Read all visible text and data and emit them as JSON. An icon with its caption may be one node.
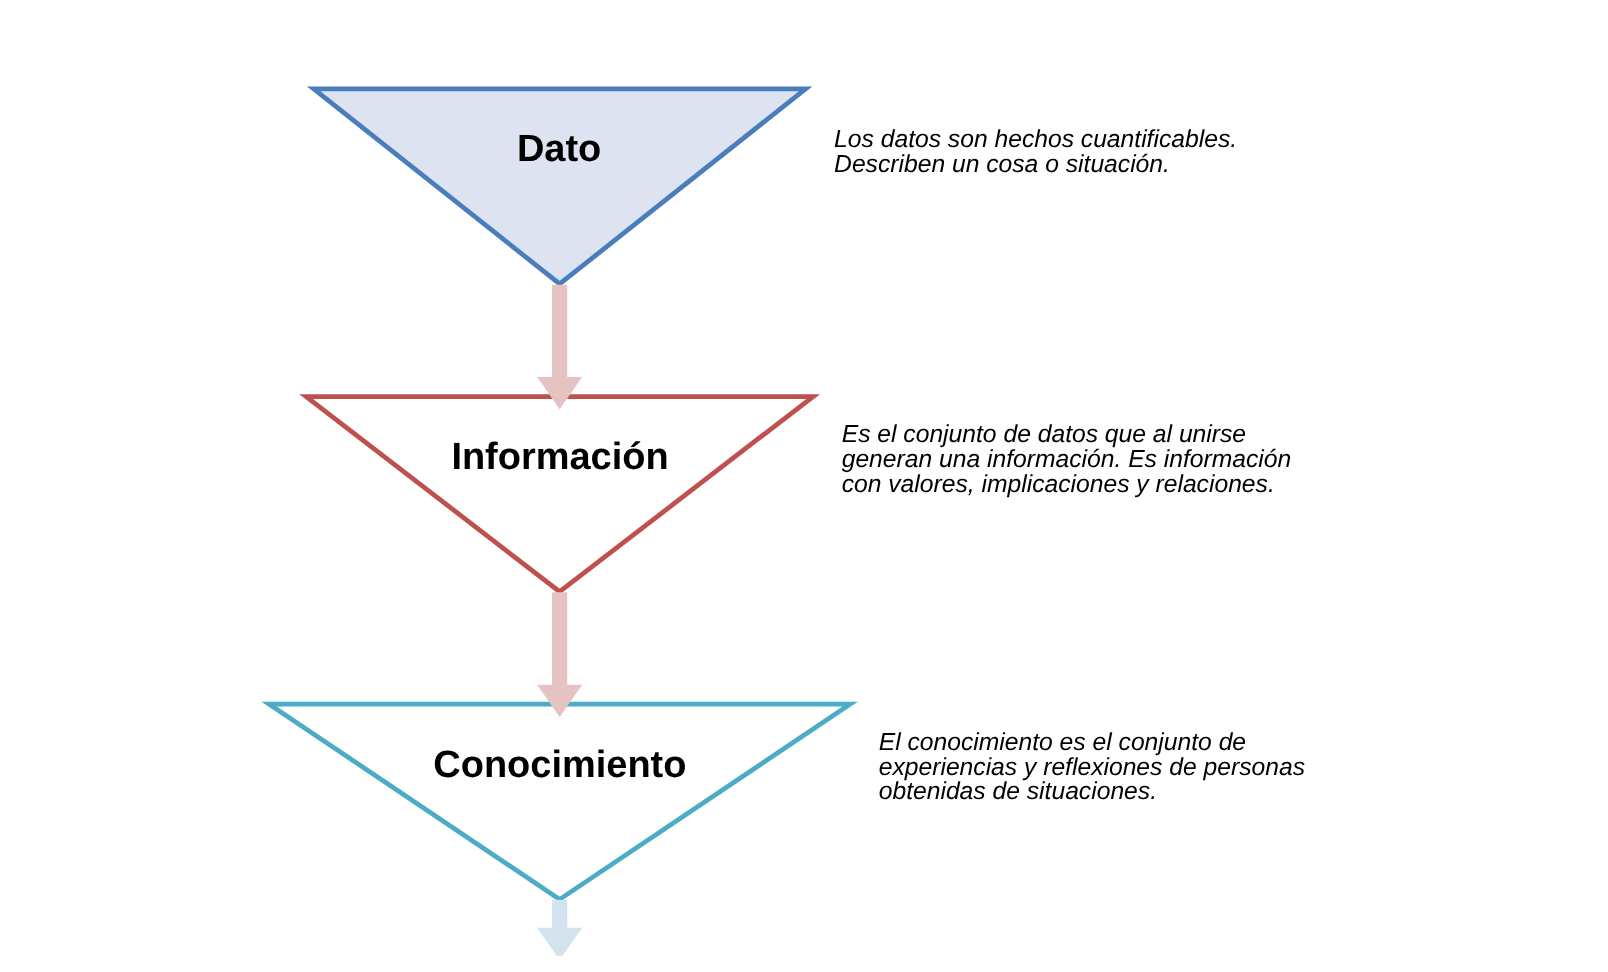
{
  "diagram": {
    "nodes": [
      {
        "text": [
          "Dato"
        ],
        "beside": [
          "Los datos son hechos cuantificables. Describen un cosa o situación."
        ]
      },
      {
        "text": [
          "Información"
        ],
        "beside": [
          "Es el conjunto de datos que al unirse generan una información. Es información con valores, implicaciones y relaciones."
        ]
      },
      {
        "text": [
          "Conocimiento"
        ],
        "beside": [
          "El conocimiento es el conjunto de experiencias y reflexiones de personas obtenidas de situaciones."
        ]
      }
    ],
    "edges": [
      {
        "from": 0,
        "to": 1,
        "arrow": "to"
      },
      {
        "from": 1,
        "to": 2,
        "arrow": "to"
      },
      {
        "from": 2,
        "to": null,
        "arrow": "to",
        "color": "#d3e3ee"
      }
    ]
  }
}
